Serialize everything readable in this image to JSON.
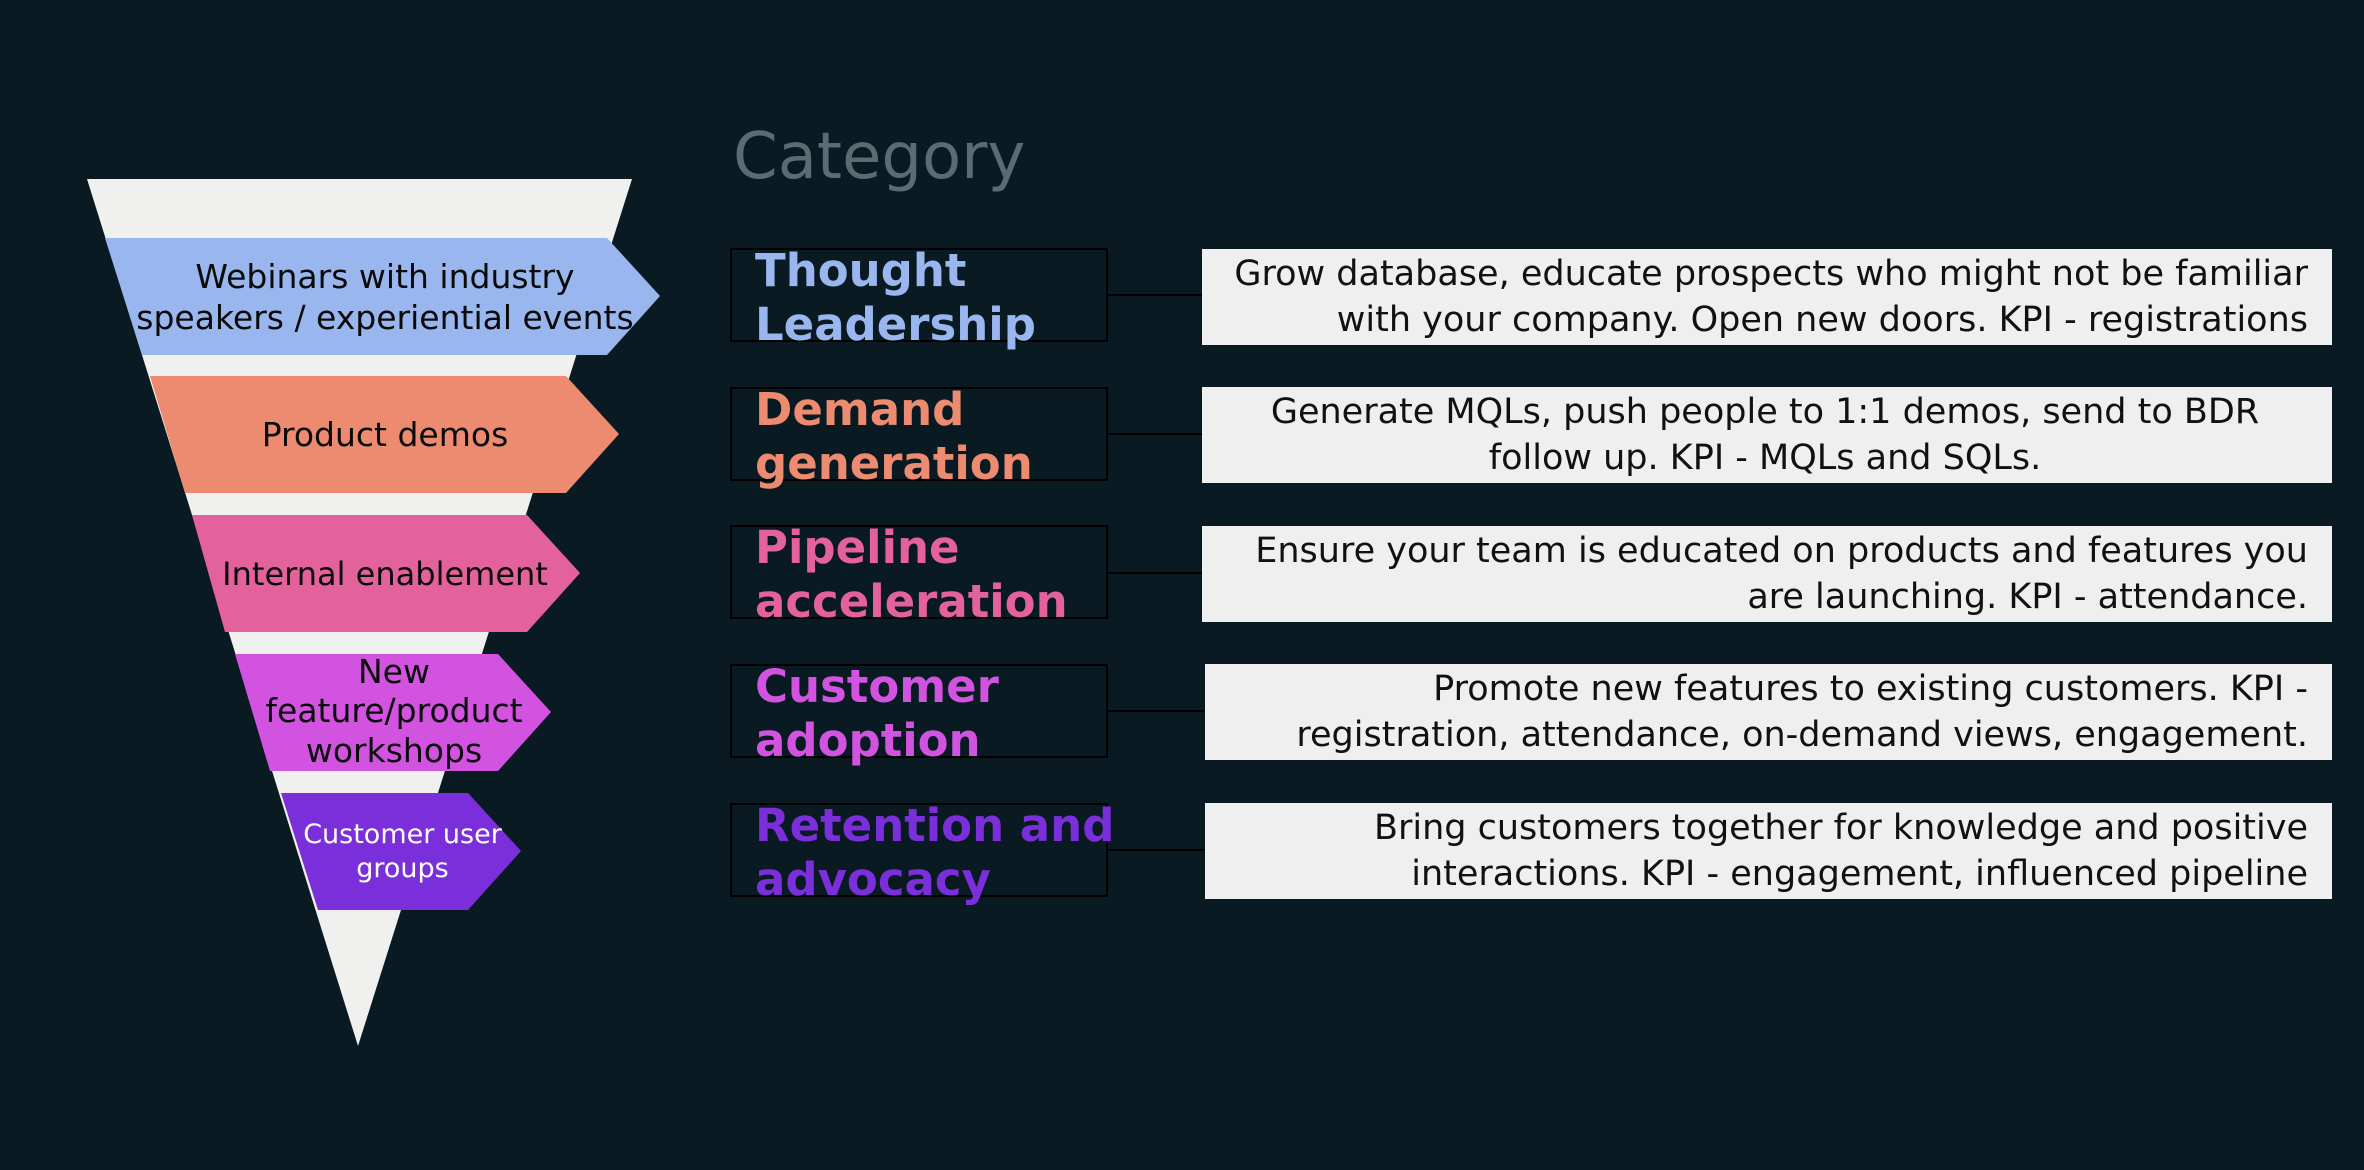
{
  "heading": "Category",
  "colors": {
    "background": "#0a1a23",
    "funnel": "#f0f0ee",
    "thought": "#99b7ee",
    "demand": "#ec8b70",
    "pipeline": "#e4629b",
    "adoption": "#d253e0",
    "retention": "#7b2fdb"
  },
  "stages": [
    {
      "funnel_label": "Webinars with industry speakers / experiential events",
      "category": "Thought Leadership",
      "description": "Grow database, educate prospects who might not be familiar with your company. Open new doors. KPI  - registrations"
    },
    {
      "funnel_label": "Product demos",
      "category": "Demand generation",
      "description": "Generate MQLs, push people to 1:1 demos, send to BDR follow up. KPI - MQLs and SQLs."
    },
    {
      "funnel_label": "Internal enablement",
      "category": "Pipeline acceleration",
      "description": "Ensure your team is educated on products and features you are launching. KPI - attendance."
    },
    {
      "funnel_label": "New feature/product workshops",
      "category": "Customer adoption",
      "description": "Promote new features to existing customers. KPI - registration, attendance, on-demand views, engagement."
    },
    {
      "funnel_label": "Customer user groups",
      "category": "Retention and advocacy",
      "description": "Bring customers together for knowledge and positive interactions. KPI - engagement, influenced pipeline"
    }
  ]
}
